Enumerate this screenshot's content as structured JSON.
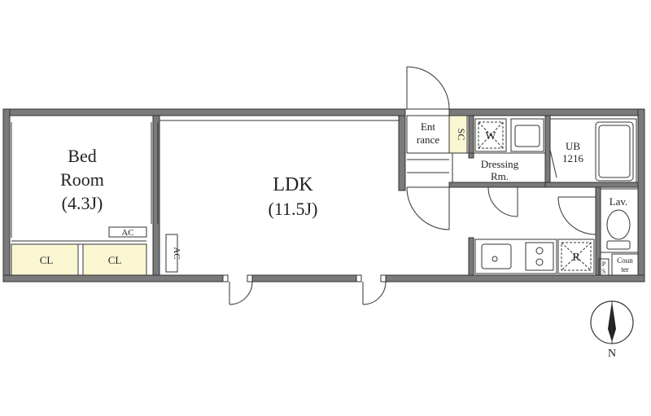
{
  "rooms": {
    "bedroom": {
      "line1": "Bed",
      "line2": "Room",
      "line3": "(4.3J)"
    },
    "ldk": {
      "line1": "LDK",
      "line2": "(11.5J)"
    },
    "entrance": {
      "line1": "Ent",
      "line2": "rance"
    },
    "shoe_closet": "SC",
    "washer": "W",
    "dressing": {
      "line1": "Dressing",
      "line2": "Rm."
    },
    "bath": {
      "line1": "UB",
      "line2": "1216"
    },
    "lavatory": "Lav.",
    "counter": {
      "line1": "Coun",
      "line2": "ter"
    },
    "refrigerator": "R",
    "pipe_space": {
      "line1": "P",
      "line2": "S"
    },
    "closet_left": "CL",
    "closet_right": "CL",
    "ac_bedroom": "AC",
    "ac_ldk": "AC"
  },
  "compass": {
    "label": "N",
    "icon": "north-arrow-icon"
  },
  "colors": {
    "wall": "#7a7a7a",
    "closet_fill": "#fbf6d2",
    "line": "#333333"
  }
}
